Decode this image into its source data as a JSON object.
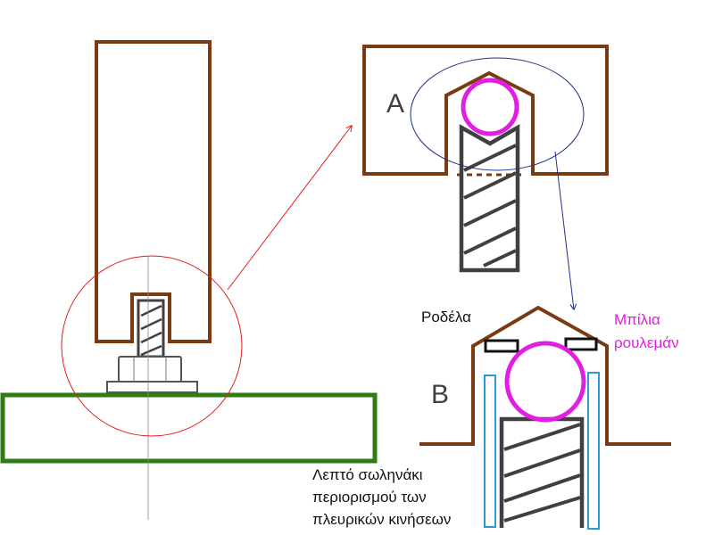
{
  "labels": {
    "detail_a": "A",
    "detail_b": "B",
    "washer": "Ροδέλα",
    "ball_line1": "Μπίλια",
    "ball_line2": "ρουλεμάν",
    "tube_line1": "Λεπτό σωληνάκι",
    "tube_line2": "περιορισμού των",
    "tube_line3": "πλευρικών κινήσεων"
  },
  "colors": {
    "frame": "#7a3b12",
    "base": "#2d7d12",
    "ball": "#e21ee2",
    "bolt": "#404040",
    "tube": "#2a9ad8",
    "zoom_circle": "#e0201e",
    "zoom_ellipse": "#1f2f8a"
  }
}
